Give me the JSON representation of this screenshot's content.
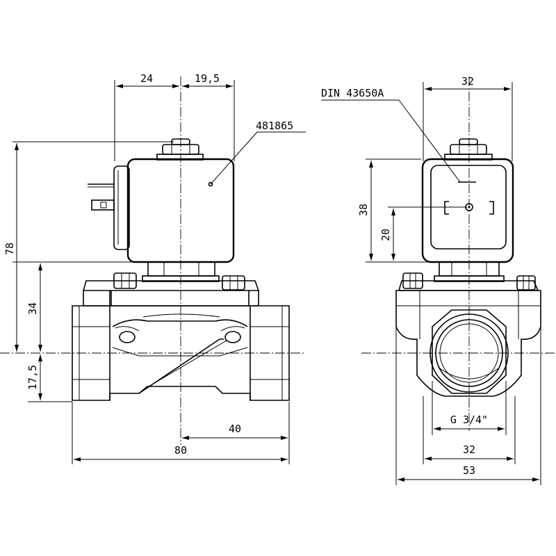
{
  "front_view": {
    "dim_top_left": "24",
    "dim_top_right": "19,5",
    "part_number": "481865",
    "dim_total_height": "78",
    "dim_body_height": "34",
    "dim_port_below_axis": "17,5",
    "dim_axis_offset": "40",
    "dim_length": "80"
  },
  "side_view": {
    "connector_standard": "DIN 43650A",
    "dim_coil_width": "32",
    "dim_coil_height": "38",
    "dim_connector_offset": "20",
    "thread": "G 3/4\"",
    "dim_body_inner_width": "32",
    "dim_body_width": "53"
  }
}
